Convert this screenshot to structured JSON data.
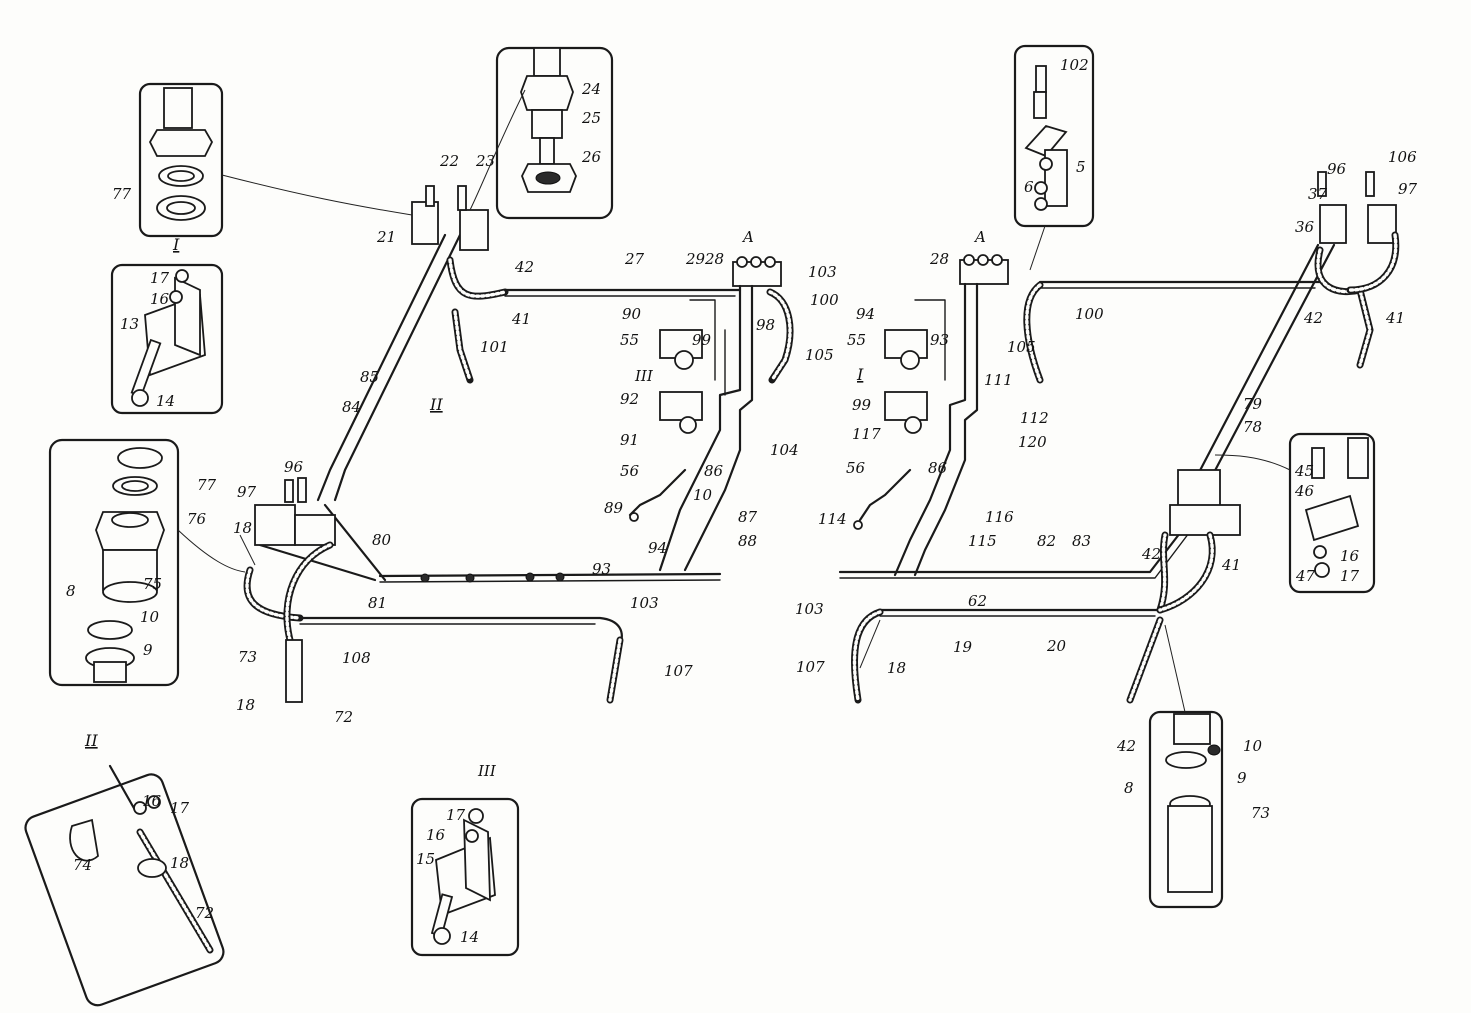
{
  "diagram": {
    "inset_titles": [
      "I",
      "II",
      "III"
    ],
    "callouts": [
      {
        "id": "c1",
        "text": "77"
      },
      {
        "id": "c2",
        "text": "I"
      },
      {
        "id": "c3",
        "text": "17"
      },
      {
        "id": "c4",
        "text": "16"
      },
      {
        "id": "c5",
        "text": "13"
      },
      {
        "id": "c6",
        "text": "14"
      },
      {
        "id": "c7",
        "text": "24"
      },
      {
        "id": "c8",
        "text": "25"
      },
      {
        "id": "c9",
        "text": "26"
      },
      {
        "id": "c10",
        "text": "22"
      },
      {
        "id": "c11",
        "text": "23"
      },
      {
        "id": "c12",
        "text": "21"
      },
      {
        "id": "c13",
        "text": "42"
      },
      {
        "id": "c14",
        "text": "41"
      },
      {
        "id": "c15",
        "text": "27"
      },
      {
        "id": "c16",
        "text": "A"
      },
      {
        "id": "c17",
        "text": "29"
      },
      {
        "id": "c18",
        "text": "28"
      },
      {
        "id": "c19",
        "text": "103"
      },
      {
        "id": "c20",
        "text": "100"
      },
      {
        "id": "c21",
        "text": "90"
      },
      {
        "id": "c22",
        "text": "98"
      },
      {
        "id": "c23",
        "text": "55"
      },
      {
        "id": "c24",
        "text": "99"
      },
      {
        "id": "c25",
        "text": "105"
      },
      {
        "id": "c26",
        "text": "101"
      },
      {
        "id": "c27",
        "text": "III"
      },
      {
        "id": "c28",
        "text": "92"
      },
      {
        "id": "c29",
        "text": "II"
      },
      {
        "id": "c30",
        "text": "85"
      },
      {
        "id": "c31",
        "text": "84"
      },
      {
        "id": "c32",
        "text": "91"
      },
      {
        "id": "c33",
        "text": "104"
      },
      {
        "id": "c34",
        "text": "56"
      },
      {
        "id": "c35",
        "text": "86"
      },
      {
        "id": "c36",
        "text": "10"
      },
      {
        "id": "c37",
        "text": "89"
      },
      {
        "id": "c38",
        "text": "87"
      },
      {
        "id": "c39",
        "text": "88"
      },
      {
        "id": "c40",
        "text": "96"
      },
      {
        "id": "c41",
        "text": "97"
      },
      {
        "id": "c42",
        "text": "80"
      },
      {
        "id": "c43",
        "text": "18"
      },
      {
        "id": "c44",
        "text": "93"
      },
      {
        "id": "c45",
        "text": "94"
      },
      {
        "id": "c46",
        "text": "81"
      },
      {
        "id": "c47",
        "text": "77"
      },
      {
        "id": "c48",
        "text": "76"
      },
      {
        "id": "c49",
        "text": "8"
      },
      {
        "id": "c50",
        "text": "75"
      },
      {
        "id": "c51",
        "text": "10"
      },
      {
        "id": "c52",
        "text": "9"
      },
      {
        "id": "c53",
        "text": "103"
      },
      {
        "id": "c54",
        "text": "73"
      },
      {
        "id": "c55",
        "text": "108"
      },
      {
        "id": "c56",
        "text": "107"
      },
      {
        "id": "c57",
        "text": "18"
      },
      {
        "id": "c58",
        "text": "72"
      },
      {
        "id": "c59",
        "text": "II"
      },
      {
        "id": "c60",
        "text": "16"
      },
      {
        "id": "c61",
        "text": "17"
      },
      {
        "id": "c62",
        "text": "74"
      },
      {
        "id": "c63",
        "text": "18"
      },
      {
        "id": "c64",
        "text": "72"
      },
      {
        "id": "c65",
        "text": "III"
      },
      {
        "id": "c66",
        "text": "17"
      },
      {
        "id": "c67",
        "text": "16"
      },
      {
        "id": "c68",
        "text": "15"
      },
      {
        "id": "c69",
        "text": "14"
      },
      {
        "id": "c70",
        "text": "102"
      },
      {
        "id": "c71",
        "text": "5"
      },
      {
        "id": "c72",
        "text": "6"
      },
      {
        "id": "c73",
        "text": "A"
      },
      {
        "id": "c74",
        "text": "28"
      },
      {
        "id": "c75",
        "text": "94"
      },
      {
        "id": "c76",
        "text": "55"
      },
      {
        "id": "c77",
        "text": "93"
      },
      {
        "id": "c78",
        "text": "105"
      },
      {
        "id": "c79",
        "text": "100"
      },
      {
        "id": "c80",
        "text": "I"
      },
      {
        "id": "c81",
        "text": "111"
      },
      {
        "id": "c82",
        "text": "99"
      },
      {
        "id": "c83",
        "text": "112"
      },
      {
        "id": "c84",
        "text": "117"
      },
      {
        "id": "c85",
        "text": "120"
      },
      {
        "id": "c86",
        "text": "56"
      },
      {
        "id": "c87",
        "text": "86"
      },
      {
        "id": "c88",
        "text": "114"
      },
      {
        "id": "c89",
        "text": "116"
      },
      {
        "id": "c90",
        "text": "115"
      },
      {
        "id": "c91",
        "text": "82"
      },
      {
        "id": "c92",
        "text": "83"
      },
      {
        "id": "c93",
        "text": "62"
      },
      {
        "id": "c94",
        "text": "103"
      },
      {
        "id": "c95",
        "text": "19"
      },
      {
        "id": "c96",
        "text": "20"
      },
      {
        "id": "c97",
        "text": "107"
      },
      {
        "id": "c98",
        "text": "18"
      },
      {
        "id": "c99",
        "text": "96"
      },
      {
        "id": "c100",
        "text": "106"
      },
      {
        "id": "c101",
        "text": "37"
      },
      {
        "id": "c102",
        "text": "97"
      },
      {
        "id": "c103",
        "text": "36"
      },
      {
        "id": "c104",
        "text": "42"
      },
      {
        "id": "c105",
        "text": "41"
      },
      {
        "id": "c106",
        "text": "79"
      },
      {
        "id": "c107",
        "text": "78"
      },
      {
        "id": "c108",
        "text": "45"
      },
      {
        "id": "c109",
        "text": "46"
      },
      {
        "id": "c110",
        "text": "16"
      },
      {
        "id": "c111",
        "text": "47"
      },
      {
        "id": "c112",
        "text": "17"
      },
      {
        "id": "c113",
        "text": "42"
      },
      {
        "id": "c114",
        "text": "41"
      },
      {
        "id": "c115",
        "text": "42"
      },
      {
        "id": "c116",
        "text": "10"
      },
      {
        "id": "c117",
        "text": "8"
      },
      {
        "id": "c118",
        "text": "9"
      },
      {
        "id": "c119",
        "text": "73"
      }
    ]
  }
}
